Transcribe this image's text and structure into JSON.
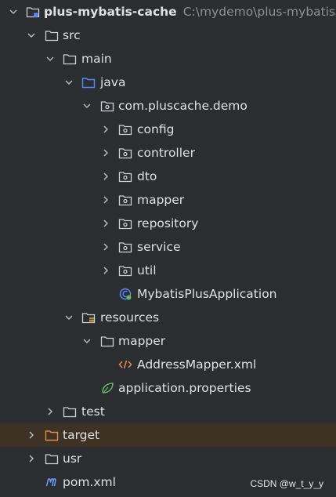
{
  "project": {
    "name": "plus-mybatis-cache",
    "path": "C:\\mydemo\\plus-mybatis"
  },
  "tree": {
    "src": "src",
    "main": "main",
    "java": "java",
    "package": "com.pluscache.demo",
    "packages": [
      "config",
      "controller",
      "dto",
      "mapper",
      "repository",
      "service",
      "util"
    ],
    "app_class": "MybatisPlusApplication",
    "resources": "resources",
    "res_mapper": "mapper",
    "xml_file": "AddressMapper.xml",
    "properties_file": "application.properties",
    "test": "test",
    "target": "target",
    "usr": "usr",
    "pom": "pom.xml"
  },
  "watermark": "CSDN @w_t_y_y",
  "colors": {
    "background": "#2b2d30",
    "text": "#dfe1e5",
    "path_text": "#8c8f94",
    "highlight_row": "#3d3223",
    "java_folder": "#548af7",
    "target_folder": "#e08855",
    "spring_green": "#5fb865",
    "xml_orange": "#e08855",
    "maven_blue": "#6c9cfa"
  }
}
